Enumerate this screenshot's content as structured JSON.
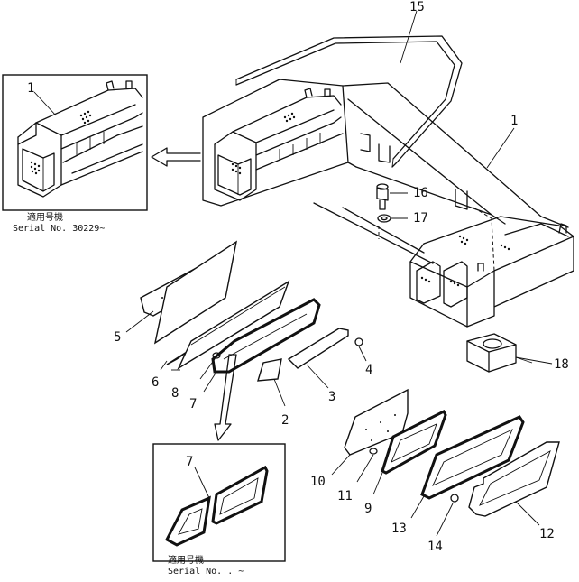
{
  "inset_top": {
    "part_label": "1",
    "caption_jp": "適用号機",
    "caption_serial": "Serial No. 30229~"
  },
  "inset_bottom": {
    "part_label": "7",
    "caption_jp": "適用号機",
    "caption_serial": "Serial No.  . ~"
  },
  "callouts": {
    "c1": "1",
    "c2": "2",
    "c3": "3",
    "c4": "4",
    "c5": "5",
    "c6": "6",
    "c7": "7",
    "c8": "8",
    "c9": "9",
    "c10": "10",
    "c11": "11",
    "c12": "12",
    "c13": "13",
    "c14": "14",
    "c15": "15",
    "c16": "16",
    "c17": "17",
    "c18": "18"
  },
  "colors": {
    "line": "#111111",
    "background": "#ffffff"
  }
}
